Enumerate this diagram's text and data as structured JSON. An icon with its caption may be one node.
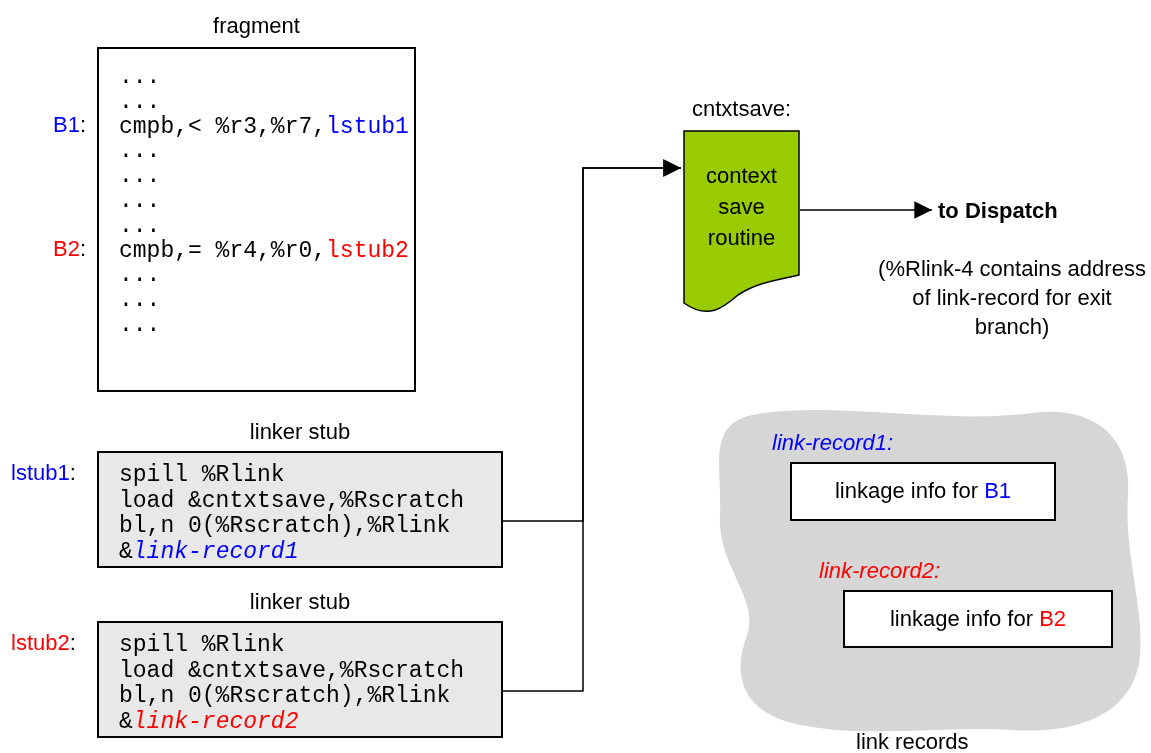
{
  "diagram": {
    "nodes": [
      {
        "text": [
          "fragment",
          "...",
          "...",
          "cmpb,< %r3,%r7,lstub1",
          "...",
          "...",
          "...",
          "...",
          "cmpb,= %r4,%r0,lstub2",
          "...",
          "...",
          "..."
        ],
        "beside": [
          "B1:",
          "B2:"
        ]
      },
      {
        "text": [
          "linker stub",
          "spill %Rlink",
          "load &cntxtsave,%Rscratch",
          "bl,n 0(%Rscratch),%Rlink",
          "&*link-record1*"
        ],
        "beside": [
          "lstub1:"
        ]
      },
      {
        "text": [
          "linker stub",
          "spill %Rlink",
          "load &cntxtsave,%Rscratch",
          "bl,n 0(%Rscratch),%Rlink",
          "&*link-record2*"
        ],
        "beside": [
          "lstub2:"
        ]
      },
      {
        "text": [
          "cntxtsave:",
          "context save routine"
        ]
      },
      {
        "text": [
          "to Dispatch"
        ],
        "beside": [
          "(%Rlink-4 contains address of link-record for exit branch)"
        ]
      },
      {
        "text": [
          "link records"
        ]
      },
      {
        "text": [
          "link-record1:",
          "linkage info for B1"
        ],
        "in": 5
      },
      {
        "text": [
          "link-record2:",
          "linkage info for B2"
        ],
        "in": 5
      }
    ],
    "edges": [
      {
        "from": 1,
        "to": 3,
        "arrow": "to"
      },
      {
        "from": 2,
        "to": 3,
        "arrow": "to"
      },
      {
        "from": 3,
        "to": 4,
        "arrow": "to"
      }
    ]
  }
}
